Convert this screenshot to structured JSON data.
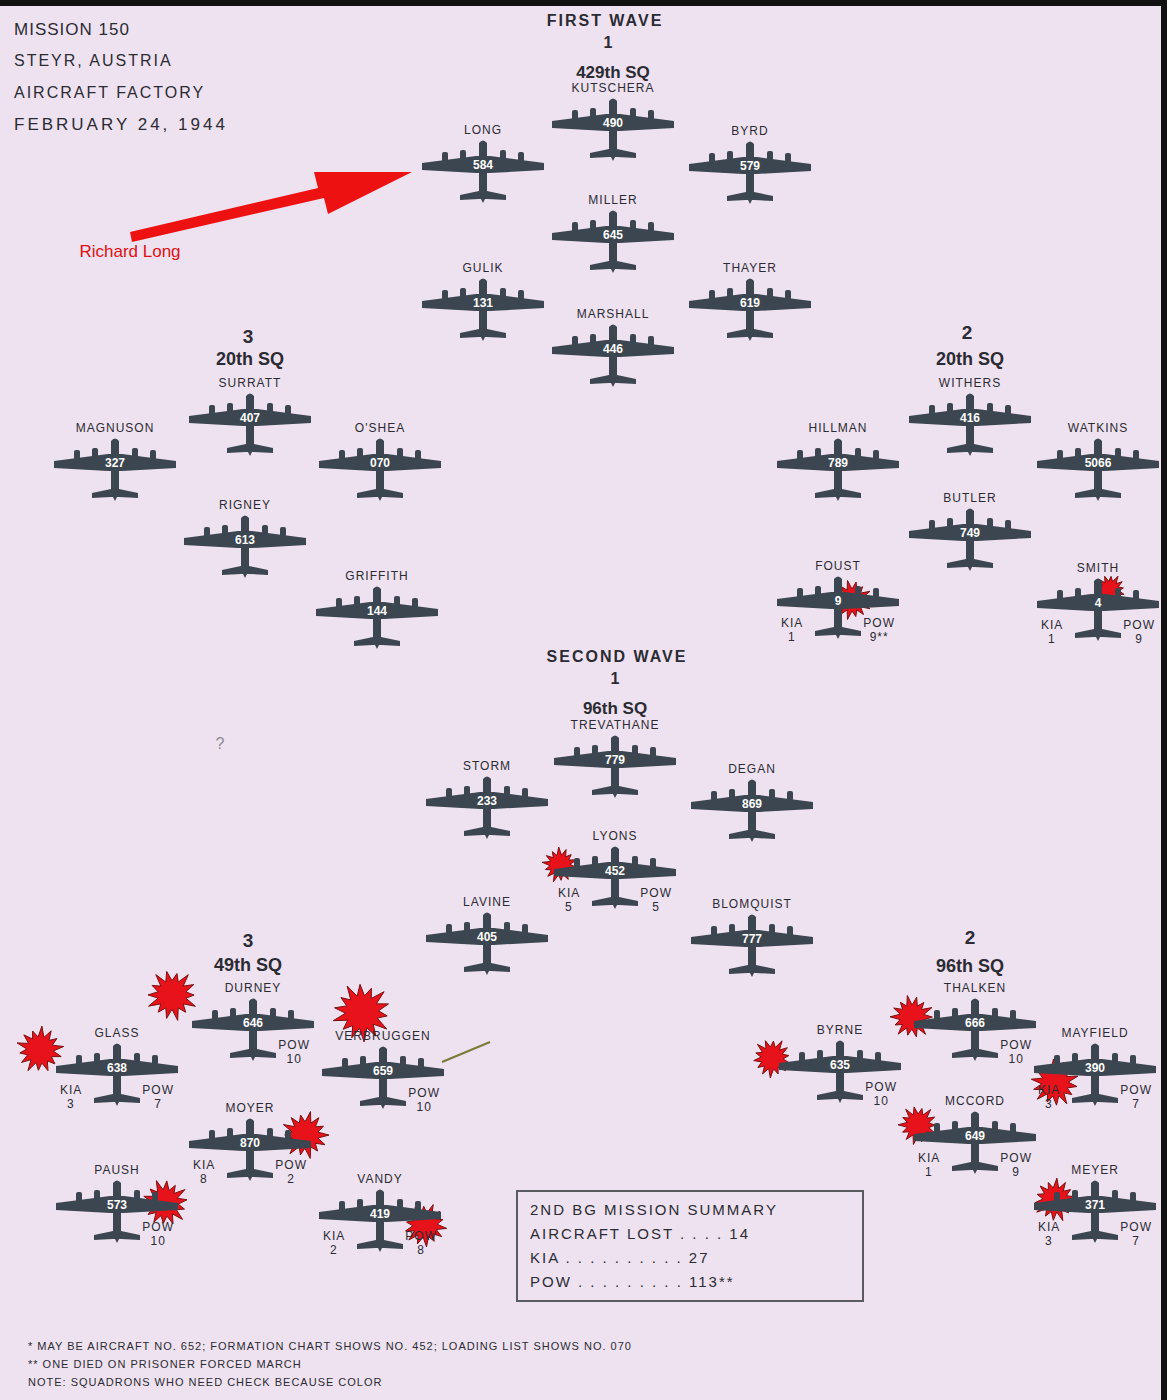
{
  "diagram": {
    "title": "MISSION 150",
    "nodes": [
      {
        "text": [
          "KUTSCHERA",
          "490"
        ]
      },
      {
        "text": [
          "LONG",
          "584"
        ]
      },
      {
        "text": [
          "BYRD",
          "579"
        ]
      },
      {
        "text": [
          "MILLER",
          "645"
        ]
      },
      {
        "text": [
          "GULIK",
          "131"
        ]
      },
      {
        "text": [
          "THAYER",
          "619"
        ]
      },
      {
        "text": [
          "MARSHALL",
          "446"
        ]
      },
      {
        "text": [
          "SURRATT",
          "407"
        ]
      },
      {
        "text": [
          "MAGNUSON",
          "327"
        ]
      },
      {
        "text": [
          "O'SHEA",
          "070"
        ]
      },
      {
        "text": [
          "RIGNEY",
          "613"
        ]
      },
      {
        "text": [
          "GRIFFITH",
          "144"
        ]
      },
      {
        "text": [
          "WITHERS",
          "416"
        ]
      },
      {
        "text": [
          "HILLMAN",
          "789"
        ]
      },
      {
        "text": [
          "WATKINS",
          "5066"
        ]
      },
      {
        "text": [
          "BUTLER",
          "749"
        ]
      },
      {
        "text": [
          "FOUST",
          "9",
          "KIA 1",
          "POW 9**"
        ]
      },
      {
        "text": [
          "SMITH",
          "4",
          "KIA 1",
          "POW 9"
        ]
      },
      {
        "text": [
          "TREVATHANE",
          "779"
        ]
      },
      {
        "text": [
          "STORM",
          "233"
        ]
      },
      {
        "text": [
          "DEGAN",
          "869"
        ]
      },
      {
        "text": [
          "LYONS",
          "452",
          "KIA 5",
          "POW 5"
        ]
      },
      {
        "text": [
          "LAVINE",
          "405"
        ]
      },
      {
        "text": [
          "BLOMQUIST",
          "777"
        ]
      },
      {
        "text": [
          "DURNEY",
          "646",
          "POW 10"
        ]
      },
      {
        "text": [
          "GLASS",
          "638",
          "KIA 3",
          "POW 7"
        ]
      },
      {
        "text": [
          "VERBRUGGEN",
          "659",
          "POW 10"
        ]
      },
      {
        "text": [
          "MOYER",
          "870",
          "KIA 8",
          "POW 2"
        ]
      },
      {
        "text": [
          "PAUSH",
          "573",
          "POW 10"
        ]
      },
      {
        "text": [
          "VANDY",
          "419",
          "KIA 2",
          "POW 8"
        ]
      },
      {
        "text": [
          "THALKEN",
          "666",
          "POW 10"
        ]
      },
      {
        "text": [
          "BYRNE",
          "635",
          "POW 10"
        ]
      },
      {
        "text": [
          "MAYFIELD",
          "390",
          "KIA 3",
          "POW 7"
        ]
      },
      {
        "text": [
          "MCCORD",
          "649",
          "KIA 1",
          "POW 9"
        ]
      },
      {
        "text": [
          "MEYER",
          "371",
          "KIA 3",
          "POW 7"
        ]
      },
      {
        "text": [
          "2ND BG MISSION SUMMARY",
          "AIRCRAFT LOST . . . . 14",
          "KIA . . . . . . . . . . 27",
          "POW . . . . . . . . . 113**"
        ]
      }
    ],
    "labels": [
      "STEYR, AUSTRIA",
      "AIRCRAFT FACTORY",
      "FEBRUARY 24, 1944",
      "FIRST WAVE",
      "1",
      "429th SQ",
      "3",
      "20th SQ",
      "2",
      "20th SQ",
      "SECOND WAVE",
      "1",
      "96th SQ",
      "3",
      "49th SQ",
      "2",
      "96th SQ",
      "Richard Long",
      "?",
      "* MAY BE AIRCRAFT NO. 652; FORMATION CHART SHOWS NO. 452; LOADING LIST SHOWS NO. 070",
      "** ONE DIED ON PRISONER FORCED MARCH",
      "NOTE: SQUADRONS WHO NEED CHECK BECAUSE COLOR"
    ]
  }
}
